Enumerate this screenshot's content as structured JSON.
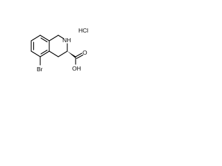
{
  "molecule": {
    "atoms": {
      "nh": "NH",
      "br": "Br",
      "oh": "OH",
      "o": "O"
    },
    "salt": "HCl",
    "stereo_mark": "wedge"
  }
}
